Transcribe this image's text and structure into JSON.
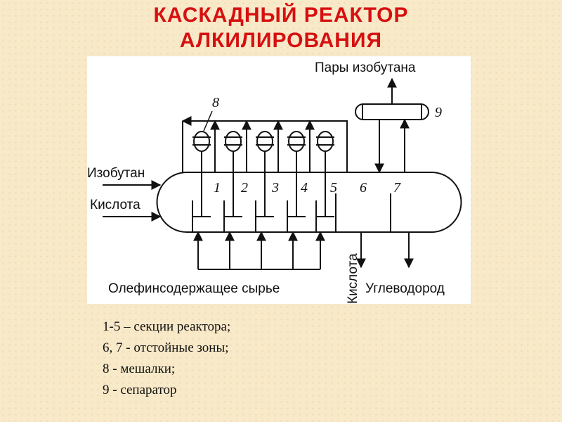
{
  "title": {
    "line1": "КАСКАДНЫЙ РЕАКТОР",
    "line2": "АЛКИЛИРОВАНИЯ"
  },
  "diagram": {
    "labels": {
      "isobutane_vapor": "Пары изобутана",
      "isobutane": "Изобутан",
      "acid_in": "Кислота",
      "olefin_feed": "Олефинсодержащее сырье",
      "acid_out": "Кислота",
      "hydrocarbon": "Углеводород"
    },
    "numbers": {
      "mixer": "8",
      "separator": "9",
      "sections": [
        "1",
        "2",
        "3",
        "4",
        "5",
        "6",
        "7"
      ]
    }
  },
  "legend": [
    "1-5 – секции реактора;",
    "6, 7 - отстойные зоны;",
    "8 - мешалки;",
    "9 - сепаратор"
  ]
}
